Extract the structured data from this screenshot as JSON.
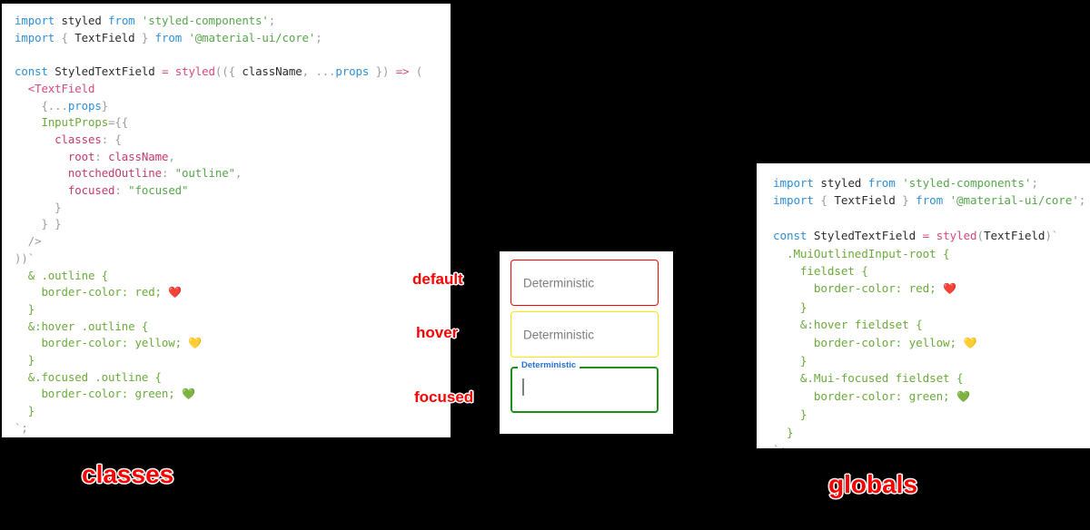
{
  "panels": {
    "classes": {
      "caption": "classes",
      "code_lines": [
        [
          {
            "t": "kw",
            "s": "import"
          },
          {
            "t": "pun",
            "s": " "
          },
          {
            "t": "id",
            "s": "styled"
          },
          {
            "t": "pun",
            "s": " "
          },
          {
            "t": "kw",
            "s": "from"
          },
          {
            "t": "pun",
            "s": " "
          },
          {
            "t": "str",
            "s": "'styled-components'"
          },
          {
            "t": "pun",
            "s": ";"
          }
        ],
        [
          {
            "t": "kw",
            "s": "import"
          },
          {
            "t": "pun",
            "s": " { "
          },
          {
            "t": "id",
            "s": "TextField"
          },
          {
            "t": "pun",
            "s": " } "
          },
          {
            "t": "kw",
            "s": "from"
          },
          {
            "t": "pun",
            "s": " "
          },
          {
            "t": "str",
            "s": "'@material-ui/core'"
          },
          {
            "t": "pun",
            "s": ";"
          }
        ],
        [],
        [
          {
            "t": "kw",
            "s": "const"
          },
          {
            "t": "pun",
            "s": " "
          },
          {
            "t": "id",
            "s": "StyledTextField"
          },
          {
            "t": "pun",
            "s": " "
          },
          {
            "t": "pink",
            "s": "="
          },
          {
            "t": "pun",
            "s": " "
          },
          {
            "t": "pink",
            "s": "styled"
          },
          {
            "t": "pun",
            "s": "(({ "
          },
          {
            "t": "id",
            "s": "className"
          },
          {
            "t": "pun",
            "s": ", "
          },
          {
            "t": "pun",
            "s": "..."
          },
          {
            "t": "blue",
            "s": "props"
          },
          {
            "t": "pun",
            "s": " }) "
          },
          {
            "t": "pink",
            "s": "=>"
          },
          {
            "t": "pun",
            "s": " ("
          }
        ],
        [
          {
            "t": "pun",
            "s": "  "
          },
          {
            "t": "pink",
            "s": "<TextField"
          }
        ],
        [
          {
            "t": "pun",
            "s": "    {..."
          },
          {
            "t": "blue",
            "s": "props"
          },
          {
            "t": "pun",
            "s": "}"
          }
        ],
        [
          {
            "t": "pun",
            "s": "    "
          },
          {
            "t": "green",
            "s": "InputProps"
          },
          {
            "t": "pun",
            "s": "={{"
          }
        ],
        [
          {
            "t": "pun",
            "s": "      "
          },
          {
            "t": "prop",
            "s": "classes"
          },
          {
            "t": "pun",
            "s": ": {"
          }
        ],
        [
          {
            "t": "pun",
            "s": "        "
          },
          {
            "t": "prop",
            "s": "root"
          },
          {
            "t": "pun",
            "s": ": "
          },
          {
            "t": "prop",
            "s": "className"
          },
          {
            "t": "pun",
            "s": ","
          }
        ],
        [
          {
            "t": "pun",
            "s": "        "
          },
          {
            "t": "prop",
            "s": "notchedOutline"
          },
          {
            "t": "pun",
            "s": ": "
          },
          {
            "t": "str",
            "s": "\"outline\""
          },
          {
            "t": "pun",
            "s": ","
          }
        ],
        [
          {
            "t": "pun",
            "s": "        "
          },
          {
            "t": "prop",
            "s": "focused"
          },
          {
            "t": "pun",
            "s": ": "
          },
          {
            "t": "str",
            "s": "\"focused\""
          }
        ],
        [
          {
            "t": "pun",
            "s": "      }"
          }
        ],
        [
          {
            "t": "pun",
            "s": "    } }"
          }
        ],
        [
          {
            "t": "pun",
            "s": "  />"
          }
        ],
        [
          {
            "t": "pun",
            "s": "))`"
          }
        ],
        [
          {
            "t": "css",
            "s": "  & .outline {"
          }
        ],
        [
          {
            "t": "css",
            "s": "    border-color: red; "
          },
          {
            "t": "emoji",
            "s": "❤️"
          }
        ],
        [
          {
            "t": "css",
            "s": "  }"
          }
        ],
        [
          {
            "t": "css",
            "s": "  &:hover .outline {"
          }
        ],
        [
          {
            "t": "css",
            "s": "    border-color: yellow; "
          },
          {
            "t": "emoji",
            "s": "💛"
          }
        ],
        [
          {
            "t": "css",
            "s": "  }"
          }
        ],
        [
          {
            "t": "css",
            "s": "  &.focused .outline {"
          }
        ],
        [
          {
            "t": "css",
            "s": "    border-color: green; "
          },
          {
            "t": "emoji",
            "s": "💚"
          }
        ],
        [
          {
            "t": "css",
            "s": "  }"
          }
        ],
        [
          {
            "t": "pun",
            "s": "`;"
          }
        ]
      ]
    },
    "globals": {
      "caption": "globals",
      "code_lines": [
        [
          {
            "t": "kw",
            "s": "import"
          },
          {
            "t": "pun",
            "s": " "
          },
          {
            "t": "id",
            "s": "styled"
          },
          {
            "t": "pun",
            "s": " "
          },
          {
            "t": "kw",
            "s": "from"
          },
          {
            "t": "pun",
            "s": " "
          },
          {
            "t": "str",
            "s": "'styled-components'"
          },
          {
            "t": "pun",
            "s": ";"
          }
        ],
        [
          {
            "t": "kw",
            "s": "import"
          },
          {
            "t": "pun",
            "s": " { "
          },
          {
            "t": "id",
            "s": "TextField"
          },
          {
            "t": "pun",
            "s": " } "
          },
          {
            "t": "kw",
            "s": "from"
          },
          {
            "t": "pun",
            "s": " "
          },
          {
            "t": "str",
            "s": "'@material-ui/core'"
          },
          {
            "t": "pun",
            "s": ";"
          }
        ],
        [],
        [
          {
            "t": "kw",
            "s": "const"
          },
          {
            "t": "pun",
            "s": " "
          },
          {
            "t": "id",
            "s": "StyledTextField"
          },
          {
            "t": "pun",
            "s": " "
          },
          {
            "t": "pink",
            "s": "="
          },
          {
            "t": "pun",
            "s": " "
          },
          {
            "t": "pink",
            "s": "styled"
          },
          {
            "t": "pun",
            "s": "("
          },
          {
            "t": "id",
            "s": "TextField"
          },
          {
            "t": "pun",
            "s": ")`"
          }
        ],
        [
          {
            "t": "css",
            "s": "  .MuiOutlinedInput-root {"
          }
        ],
        [
          {
            "t": "css",
            "s": "    fieldset {"
          }
        ],
        [
          {
            "t": "css",
            "s": "      border-color: red; "
          },
          {
            "t": "emoji",
            "s": "❤️"
          }
        ],
        [
          {
            "t": "css",
            "s": "    }"
          }
        ],
        [
          {
            "t": "css",
            "s": "    &:hover fieldset {"
          }
        ],
        [
          {
            "t": "css",
            "s": "      border-color: yellow; "
          },
          {
            "t": "emoji",
            "s": "💛"
          }
        ],
        [
          {
            "t": "css",
            "s": "    }"
          }
        ],
        [
          {
            "t": "css",
            "s": "    &.Mui-focused fieldset {"
          }
        ],
        [
          {
            "t": "css",
            "s": "      border-color: green; "
          },
          {
            "t": "emoji",
            "s": "💚"
          }
        ],
        [
          {
            "t": "css",
            "s": "    }"
          }
        ],
        [
          {
            "t": "css",
            "s": "  }"
          }
        ],
        [
          {
            "t": "pun",
            "s": "`;"
          }
        ]
      ]
    }
  },
  "demo": {
    "fields": [
      {
        "state": "default",
        "text": "Deterministic",
        "border_color": "#ff0000"
      },
      {
        "state": "hover",
        "text": "Deterministic",
        "border_color": "#ffe800"
      },
      {
        "state": "focused",
        "label": "Deterministic",
        "value": "",
        "border_color": "#1a8f1a",
        "label_color": "#2a6fd6"
      }
    ],
    "state_labels": {
      "default": "default",
      "hover": "hover",
      "focused": "focused"
    }
  },
  "colors": {
    "background": "#000000",
    "panel": "#ffffff",
    "accent_red": "#ff0000",
    "keyword_blue": "#2e8fd4",
    "string_green": "#56a64b",
    "css_green": "#6aaa3a",
    "pink": "#d6487e",
    "property_crimson": "#c23a6e"
  }
}
